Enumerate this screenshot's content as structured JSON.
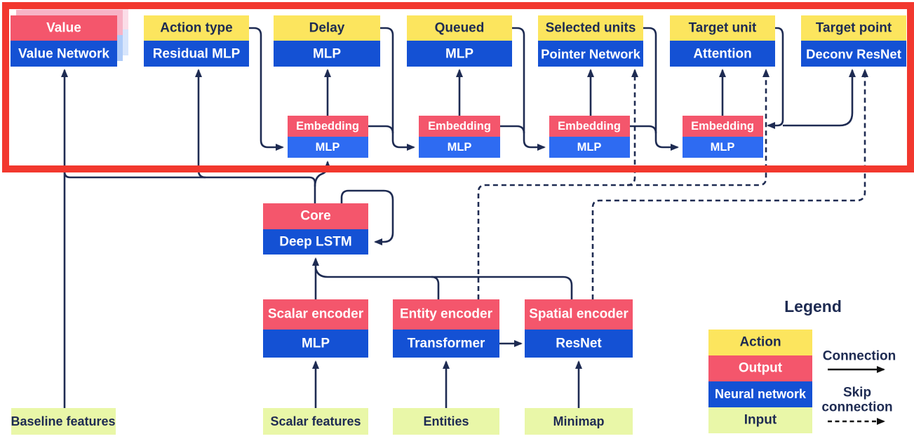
{
  "palette": {
    "action": "#fce55e",
    "output": "#f4566c",
    "network": "#1451d4",
    "network_light": "#2e6bf2",
    "input": "#e9f7a8",
    "line": "#1e2b52",
    "frame": "#f2382e"
  },
  "heads": [
    {
      "title": "Value",
      "network": "Value Network",
      "type": "output"
    },
    {
      "title": "Action type",
      "network": "Residual MLP",
      "type": "action"
    },
    {
      "title": "Delay",
      "network": "MLP",
      "type": "action"
    },
    {
      "title": "Queued",
      "network": "MLP",
      "type": "action"
    },
    {
      "title": "Selected units",
      "network": "Pointer Network",
      "type": "action"
    },
    {
      "title": "Target unit",
      "network": "Attention",
      "type": "action"
    },
    {
      "title": "Target point",
      "network": "Deconv ResNet",
      "type": "action"
    }
  ],
  "embeddings": [
    {
      "title": "Embedding",
      "network": "MLP"
    },
    {
      "title": "Embedding",
      "network": "MLP"
    },
    {
      "title": "Embedding",
      "network": "MLP"
    },
    {
      "title": "Embedding",
      "network": "MLP"
    }
  ],
  "core": {
    "title": "Core",
    "network": "Deep LSTM"
  },
  "encoders": [
    {
      "title": "Scalar encoder",
      "network": "MLP"
    },
    {
      "title": "Entity encoder",
      "network": "Transformer"
    },
    {
      "title": "Spatial encoder",
      "network": "ResNet"
    }
  ],
  "inputs": {
    "baseline": "Baseline features",
    "scalar": "Scalar features",
    "entities": "Entities",
    "minimap": "Minimap"
  },
  "legend": {
    "title": "Legend",
    "items": [
      {
        "label": "Action",
        "type": "action"
      },
      {
        "label": "Output",
        "type": "output"
      },
      {
        "label": "Neural network",
        "type": "network"
      },
      {
        "label": "Input",
        "type": "input"
      }
    ],
    "connection_label": "Connection",
    "skip_line1": "Skip",
    "skip_line2": "connection"
  }
}
